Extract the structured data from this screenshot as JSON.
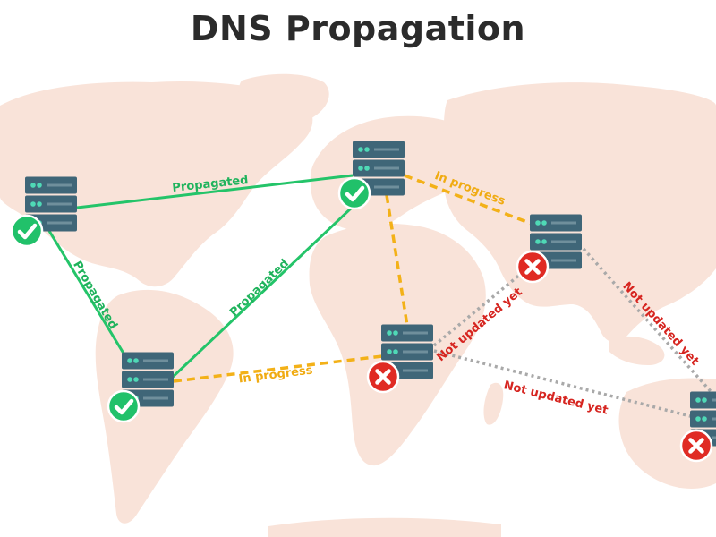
{
  "title": "DNS Propagation",
  "colors": {
    "map": "#f9e3d9",
    "server_body": "#3f6678",
    "server_light": "#4fd9b6",
    "ok": "#21c16a",
    "fail": "#e02b24",
    "propagated": "#24c469",
    "in_progress": "#f3b118",
    "not_updated": "#a9a9a9",
    "label_green": "#1fb35c",
    "label_orange": "#f0ab12",
    "label_red": "#d62520"
  },
  "nodes": [
    {
      "id": "north-america",
      "status": "ok"
    },
    {
      "id": "europe",
      "status": "ok"
    },
    {
      "id": "asia",
      "status": "fail"
    },
    {
      "id": "south-america",
      "status": "ok"
    },
    {
      "id": "africa",
      "status": "fail"
    },
    {
      "id": "australia",
      "status": "fail"
    }
  ],
  "edges": [
    {
      "from": "north-america",
      "to": "europe",
      "state": "propagated",
      "label": "Propagated"
    },
    {
      "from": "north-america",
      "to": "south-america",
      "state": "propagated",
      "label": "Propagated"
    },
    {
      "from": "south-america",
      "to": "europe",
      "state": "propagated",
      "label": "Propagated"
    },
    {
      "from": "europe",
      "to": "asia",
      "state": "in_progress",
      "label": "In progress"
    },
    {
      "from": "south-america",
      "to": "africa",
      "state": "in_progress",
      "label": "In progress"
    },
    {
      "from": "europe",
      "to": "africa",
      "state": "in_progress",
      "label": ""
    },
    {
      "from": "africa",
      "to": "asia",
      "state": "not_updated",
      "label": "Not updated yet"
    },
    {
      "from": "africa",
      "to": "australia",
      "state": "not_updated",
      "label": "Not updated yet"
    },
    {
      "from": "asia",
      "to": "australia",
      "state": "not_updated",
      "label": "Not updated yet"
    }
  ]
}
